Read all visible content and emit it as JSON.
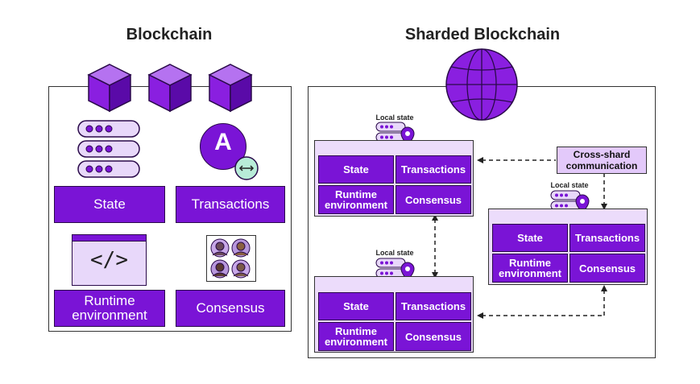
{
  "left": {
    "title": "Blockchain",
    "state": "State",
    "transactions": "Transactions",
    "runtime": "Runtime environment",
    "consensus": "Consensus",
    "code_glyph": "</>",
    "token_glyph": "A"
  },
  "right": {
    "title": "Sharded Blockchain",
    "cross_shard": "Cross-shard communication",
    "shards": [
      {
        "local_state": "Local state",
        "state": "State",
        "transactions": "Transactions",
        "runtime": "Runtime environment",
        "consensus": "Consensus"
      },
      {
        "local_state": "Local state",
        "state": "State",
        "transactions": "Transactions",
        "runtime": "Runtime environment",
        "consensus": "Consensus"
      },
      {
        "local_state": "Local state",
        "state": "State",
        "transactions": "Transactions",
        "runtime": "Runtime environment",
        "consensus": "Consensus"
      }
    ]
  },
  "colors": {
    "primary": "#7a14d6",
    "light": "#ecdcfb",
    "accent_green": "#b8ecd8"
  },
  "icons": [
    "cube-icon",
    "server-icon",
    "token-icon",
    "code-window-icon",
    "people-grid-icon",
    "globe-icon",
    "location-pin-icon"
  ]
}
